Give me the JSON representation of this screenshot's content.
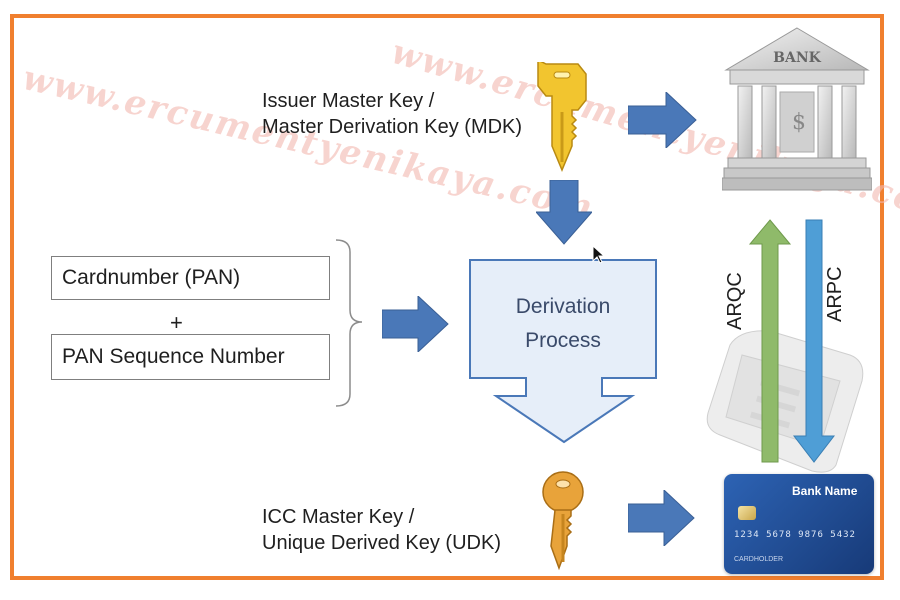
{
  "watermark": "www.ercumentyenikaya.com",
  "mdk": {
    "line1": "Issuer Master Key /",
    "line2": "Master Derivation Key (MDK)"
  },
  "inputs": {
    "pan": "Cardnumber (PAN)",
    "plus": "+",
    "psn": "PAN Sequence Number"
  },
  "process": {
    "line1": "Derivation",
    "line2": "Process"
  },
  "udk": {
    "line1": "ICC Master Key /",
    "line2": "Unique Derived Key (UDK)"
  },
  "bank": {
    "sign": "BANK",
    "symbol": "$"
  },
  "flow": {
    "arqc": "ARQC",
    "arpc": "ARPC"
  },
  "card": {
    "bank_name": "Bank Name",
    "number": "1234 5678 9876 5432",
    "cardholder": "CARDHOLDER"
  },
  "colors": {
    "border": "#f07f2e",
    "arrow_blue": "#4a78b8",
    "arqc_green": "#8fba6a",
    "arpc_blue": "#4f9ed6",
    "card_blue": "#1e4a8e",
    "key_gold": "#f2c52f",
    "key_orange": "#e8a33a"
  }
}
